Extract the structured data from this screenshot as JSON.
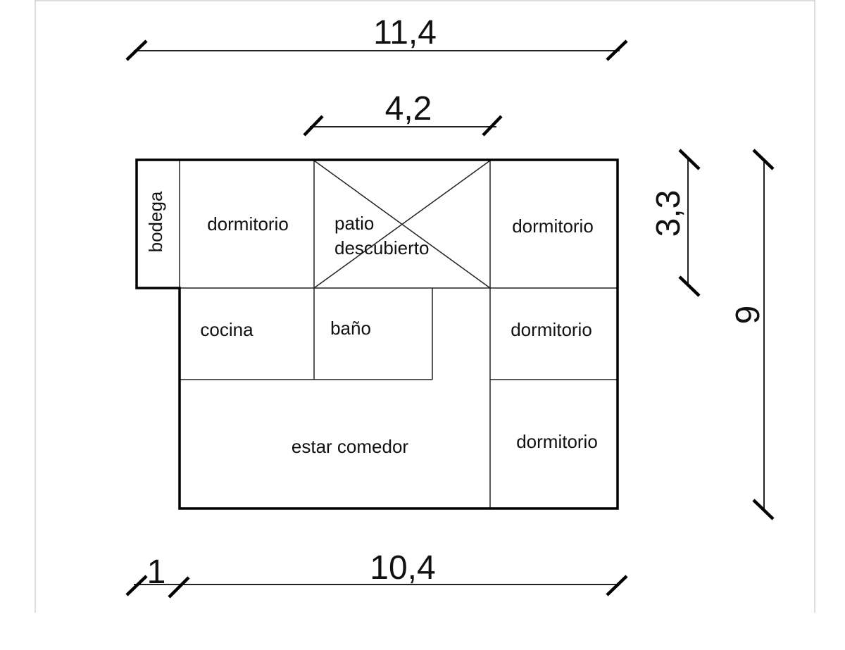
{
  "dimensions": {
    "top_total": "11,4",
    "patio_width": "4,2",
    "patio_depth": "3,3",
    "total_depth": "9",
    "bodega_width": "1",
    "bottom_width": "10,4"
  },
  "rooms": {
    "bodega": "bodega",
    "dormitorio_1": "dormitorio",
    "patio_line1": "patio",
    "patio_line2": "descubierto",
    "dormitorio_2": "dormitorio",
    "cocina": "cocina",
    "bano": "baño",
    "dormitorio_3": "dormitorio",
    "estar_comedor": "estar comedor",
    "dormitorio_4": "dormitorio"
  }
}
